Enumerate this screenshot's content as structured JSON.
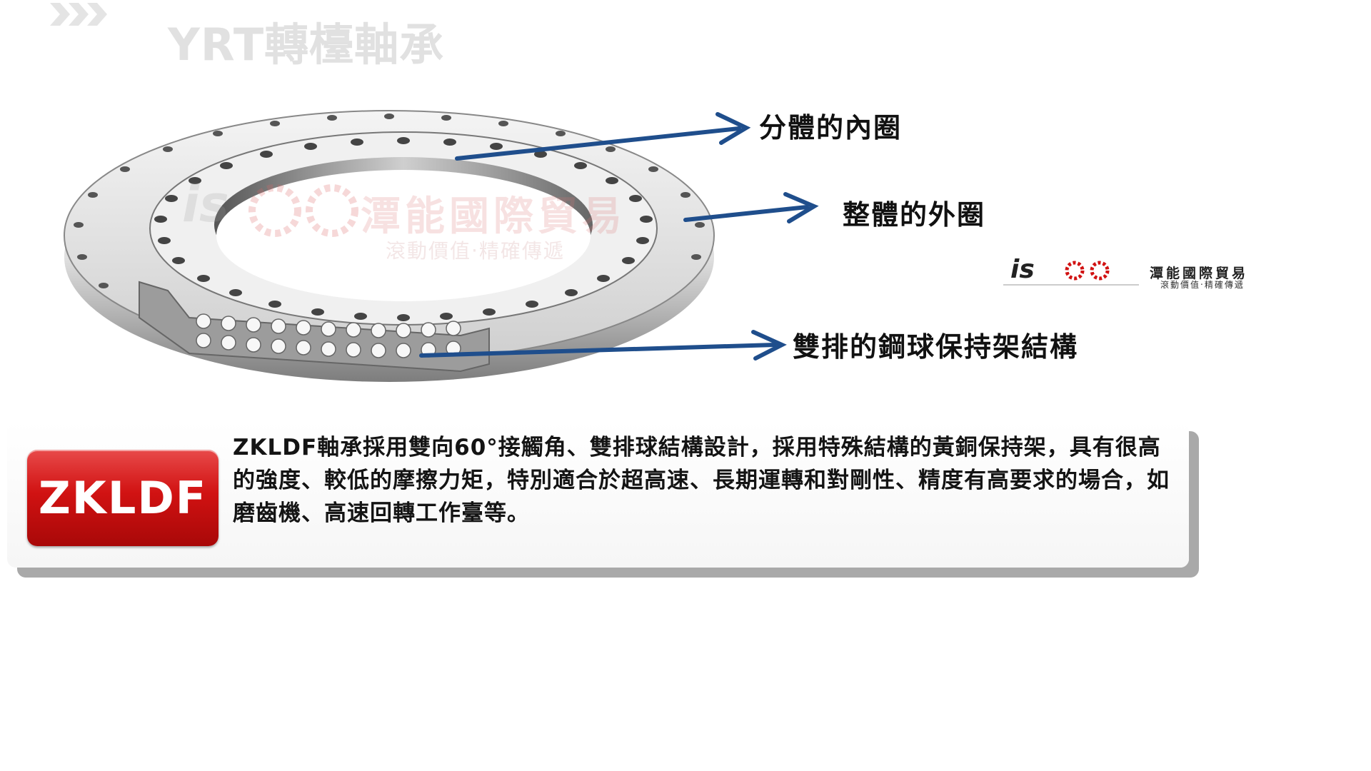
{
  "slide": {
    "title": "YRT轉檯軸承"
  },
  "callouts": {
    "inner_ring": "分體的內圈",
    "outer_ring": "整體的外圈",
    "cage": "雙排的鋼球保持架結構"
  },
  "watermark": {
    "company": "潭能國際貿易",
    "slogan": "滾動價值‧精確傳遞"
  },
  "brand": {
    "logo_text": "is",
    "company": "潭能國際貿易",
    "slogan": "滾動價值‧精確傳遞"
  },
  "badge": {
    "label": "ZKLDF"
  },
  "description": {
    "text": "ZKLDF軸承採用雙向60°接觸角、雙排球結構設計，採用特殊結構的黃銅保持架，具有很高的強度、較低的摩擦力矩，特別適合於超高速、長期運轉和對剛性、精度有高要求的場合，如磨齒機、高速回轉工作臺等。"
  },
  "colors": {
    "arrow": "#1f4e8c",
    "badge_red": "#d11212",
    "title_gray": "#e1e1e1"
  }
}
